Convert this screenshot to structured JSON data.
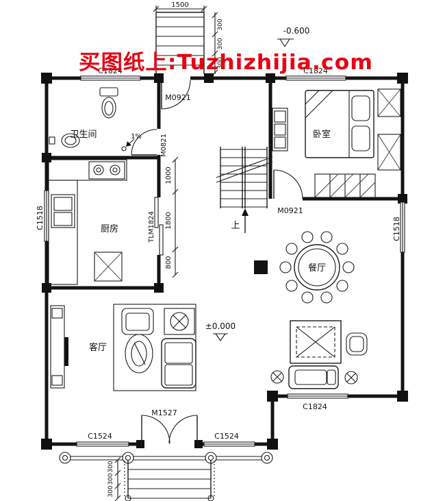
{
  "watermark": {
    "text": "买图纸上:Tuzhizhijia.com",
    "color": "#e60012"
  },
  "levels": {
    "entry_level": "-0.600",
    "floor_level": "±0.000"
  },
  "rooms": {
    "bathroom": "卫生间",
    "kitchen": "厨房",
    "bedroom": "卧室",
    "dining": "餐厅",
    "living": "客厅",
    "stair_up": "上"
  },
  "openings": {
    "window_top_left": "C1824",
    "window_top_right": "C1824",
    "window_left": "C1518",
    "window_right": "C1518",
    "window_bottom_right": "C1824",
    "window_bottom_left": "C1524",
    "window_bottom_center": "C1524",
    "door_top": "M0921",
    "door_bathroom": "M0821",
    "door_bedroom": "M0921",
    "door_kitchen": "TLM1824",
    "door_entry": "M1527",
    "slope": "1%"
  },
  "dimensions": {
    "top_width": "1500",
    "top_steps": [
      "300",
      "300",
      "300"
    ],
    "hall_vertical": [
      "1000",
      "1800",
      "800"
    ],
    "porch_steps": [
      "300",
      "300",
      "300"
    ]
  }
}
